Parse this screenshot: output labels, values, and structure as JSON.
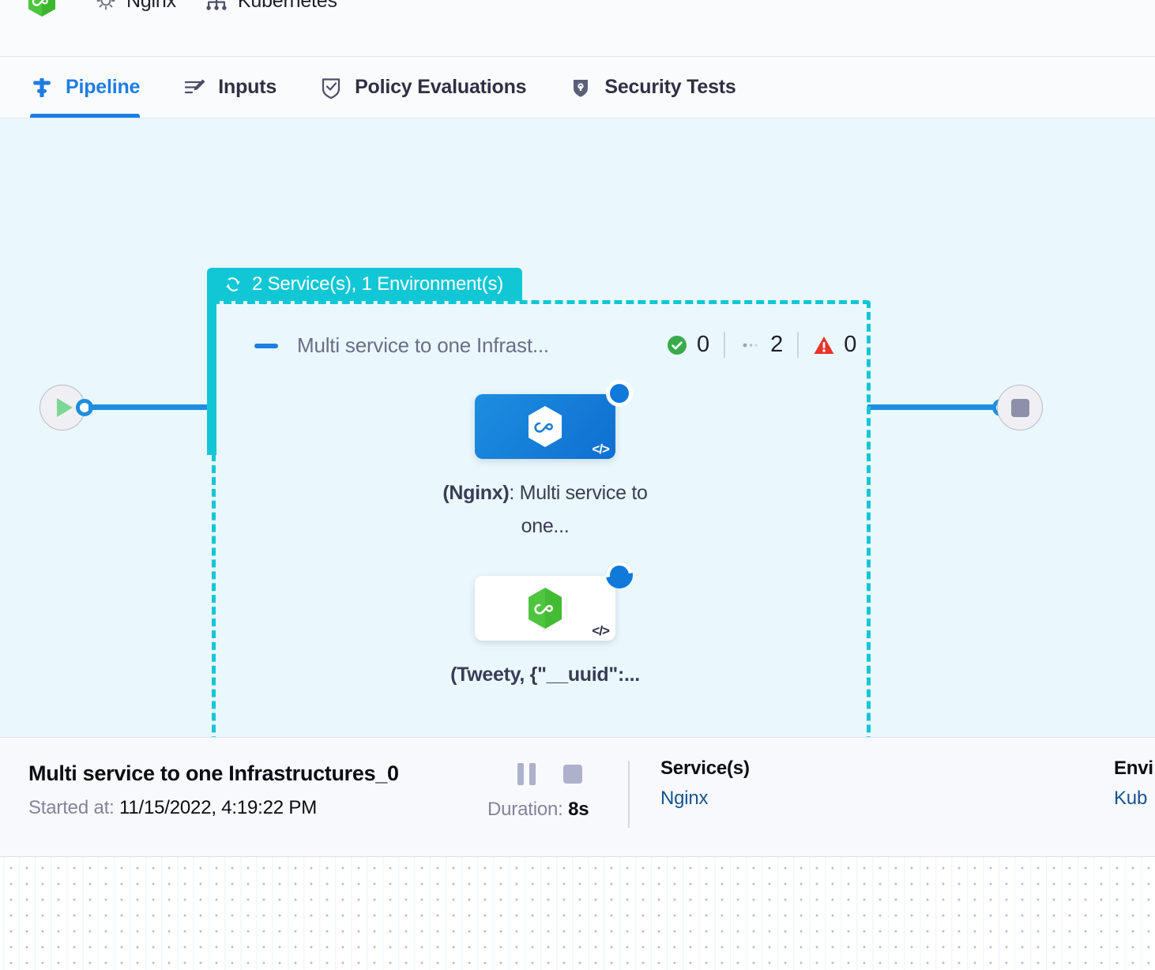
{
  "topbar": {
    "chips": [
      {
        "icon": "hexagon-infinity-green-icon",
        "label": ""
      },
      {
        "icon": "gear-icon",
        "label": "Nginx"
      },
      {
        "icon": "kubernetes-icon",
        "label": "Kubernetes"
      }
    ]
  },
  "tabs": [
    {
      "label": "Pipeline",
      "icon": "pipeline-icon",
      "active": true
    },
    {
      "label": "Inputs",
      "icon": "inputs-icon",
      "active": false
    },
    {
      "label": "Policy Evaluations",
      "icon": "policy-shield-check-icon",
      "active": false
    },
    {
      "label": "Security Tests",
      "icon": "security-shield-icon",
      "active": false
    }
  ],
  "canvas": {
    "group": {
      "badge_label": "2 Service(s), 1 Environment(s)",
      "badge_icon": "loop-icon",
      "badge_color": "#12c7d5",
      "collapse_label": "Multi service to one Infrast...",
      "collapse_icon": "minus-icon",
      "status": [
        {
          "icon": "success-check-icon",
          "value": "0",
          "color": "#3aab4c"
        },
        {
          "icon": "running-dots-icon",
          "value": "2",
          "color": "#9aa0b4"
        },
        {
          "icon": "error-warning-icon",
          "value": "0",
          "color": "#e8342a"
        }
      ]
    },
    "nodes": [
      {
        "name": "nginx-step",
        "icon": "hexagon-infinity-white-icon",
        "code_glyph": "</>",
        "status_badge": "spinner-running-icon",
        "label_bold": "(Nginx)",
        "label_rest": ": Multi service to one...",
        "theme": "blue"
      },
      {
        "name": "tweety-step",
        "icon": "hexagon-infinity-green-icon",
        "code_glyph": "</>",
        "status_badge": "spinner-running-icon",
        "label_bold": "(Tweety, {\"__uuid\":...",
        "label_rest": "",
        "theme": "white"
      }
    ],
    "start_node": {
      "icon": "play-icon"
    },
    "end_node": {
      "icon": "stop-icon"
    }
  },
  "detail": {
    "title": "Multi service to one Infrastructures_0",
    "started_label": "Started at:",
    "started_value": "11/15/2022, 4:19:22 PM",
    "duration_label": "Duration:",
    "duration_value": "8s",
    "controls": [
      {
        "name": "pause-button",
        "icon": "pause-icon"
      },
      {
        "name": "stop-button",
        "icon": "stop-square-icon"
      }
    ],
    "services": {
      "heading": "Service(s)",
      "items": [
        "Nginx"
      ]
    },
    "environments": {
      "heading": "Envi",
      "items": [
        "Kub"
      ]
    }
  }
}
